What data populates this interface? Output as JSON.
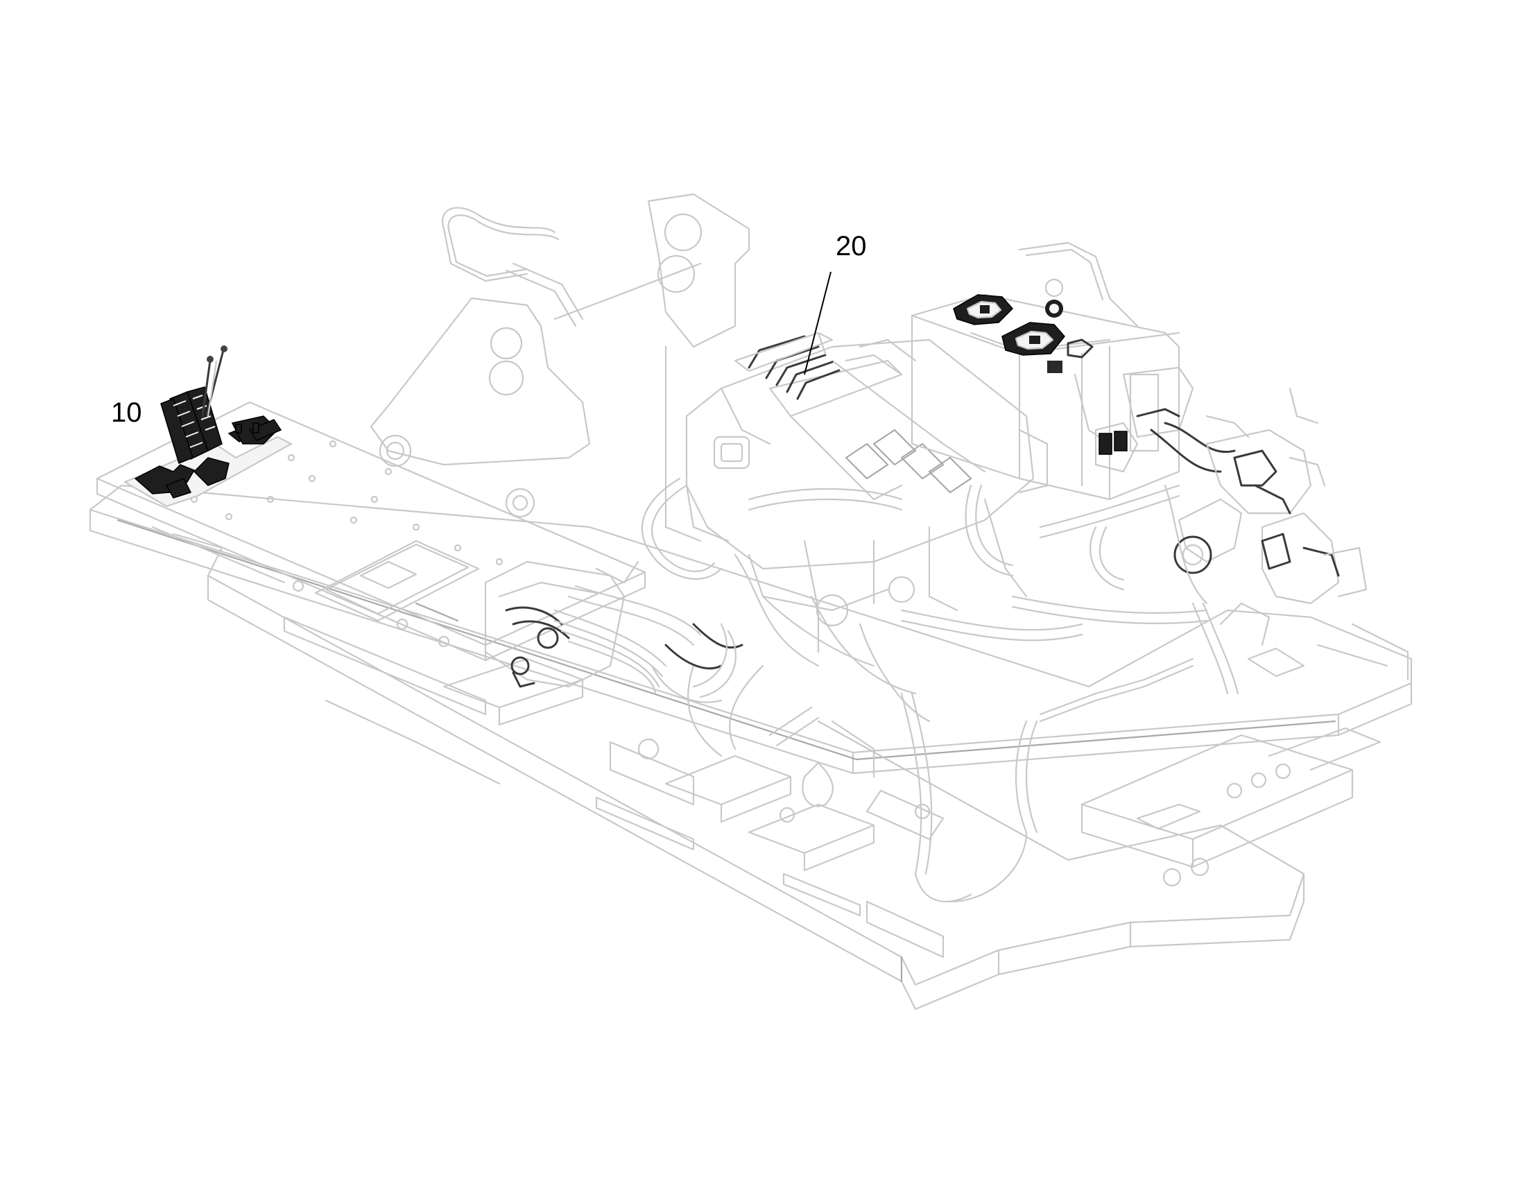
{
  "callouts": [
    {
      "id": "item-10",
      "label": "10"
    },
    {
      "id": "item-20",
      "label": "20"
    }
  ]
}
